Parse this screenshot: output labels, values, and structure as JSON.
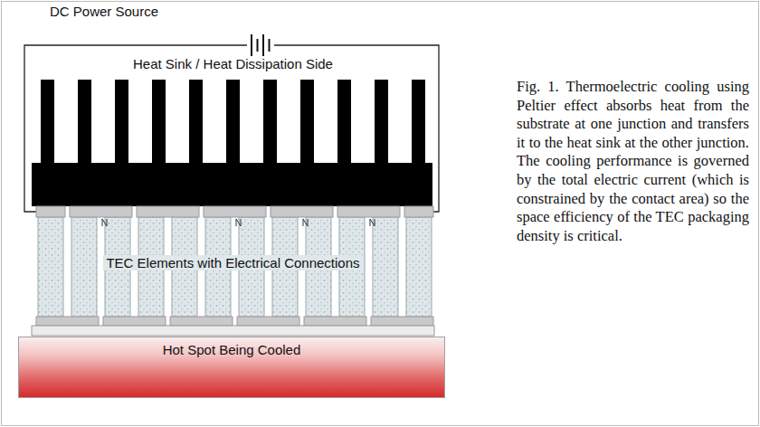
{
  "diagram": {
    "caption": "Fig. 1. Thermoelectric cooling using Peltier effect absorbs heat from the substrate at one junction and transfers it to the heat sink at the other junction. The cooling performance is governed by the total electric current (which is constrained by the contact area) so the space efficiency of the TEC packaging density is critical.",
    "nodes": [
      {
        "text": [
          "Hot Spot Being Cooled"
        ]
      }
    ],
    "labels": [
      "DC Power Source",
      "Heat Sink / Heat Dissipation Side",
      "TEC Elements with Electrical Connections"
    ]
  }
}
